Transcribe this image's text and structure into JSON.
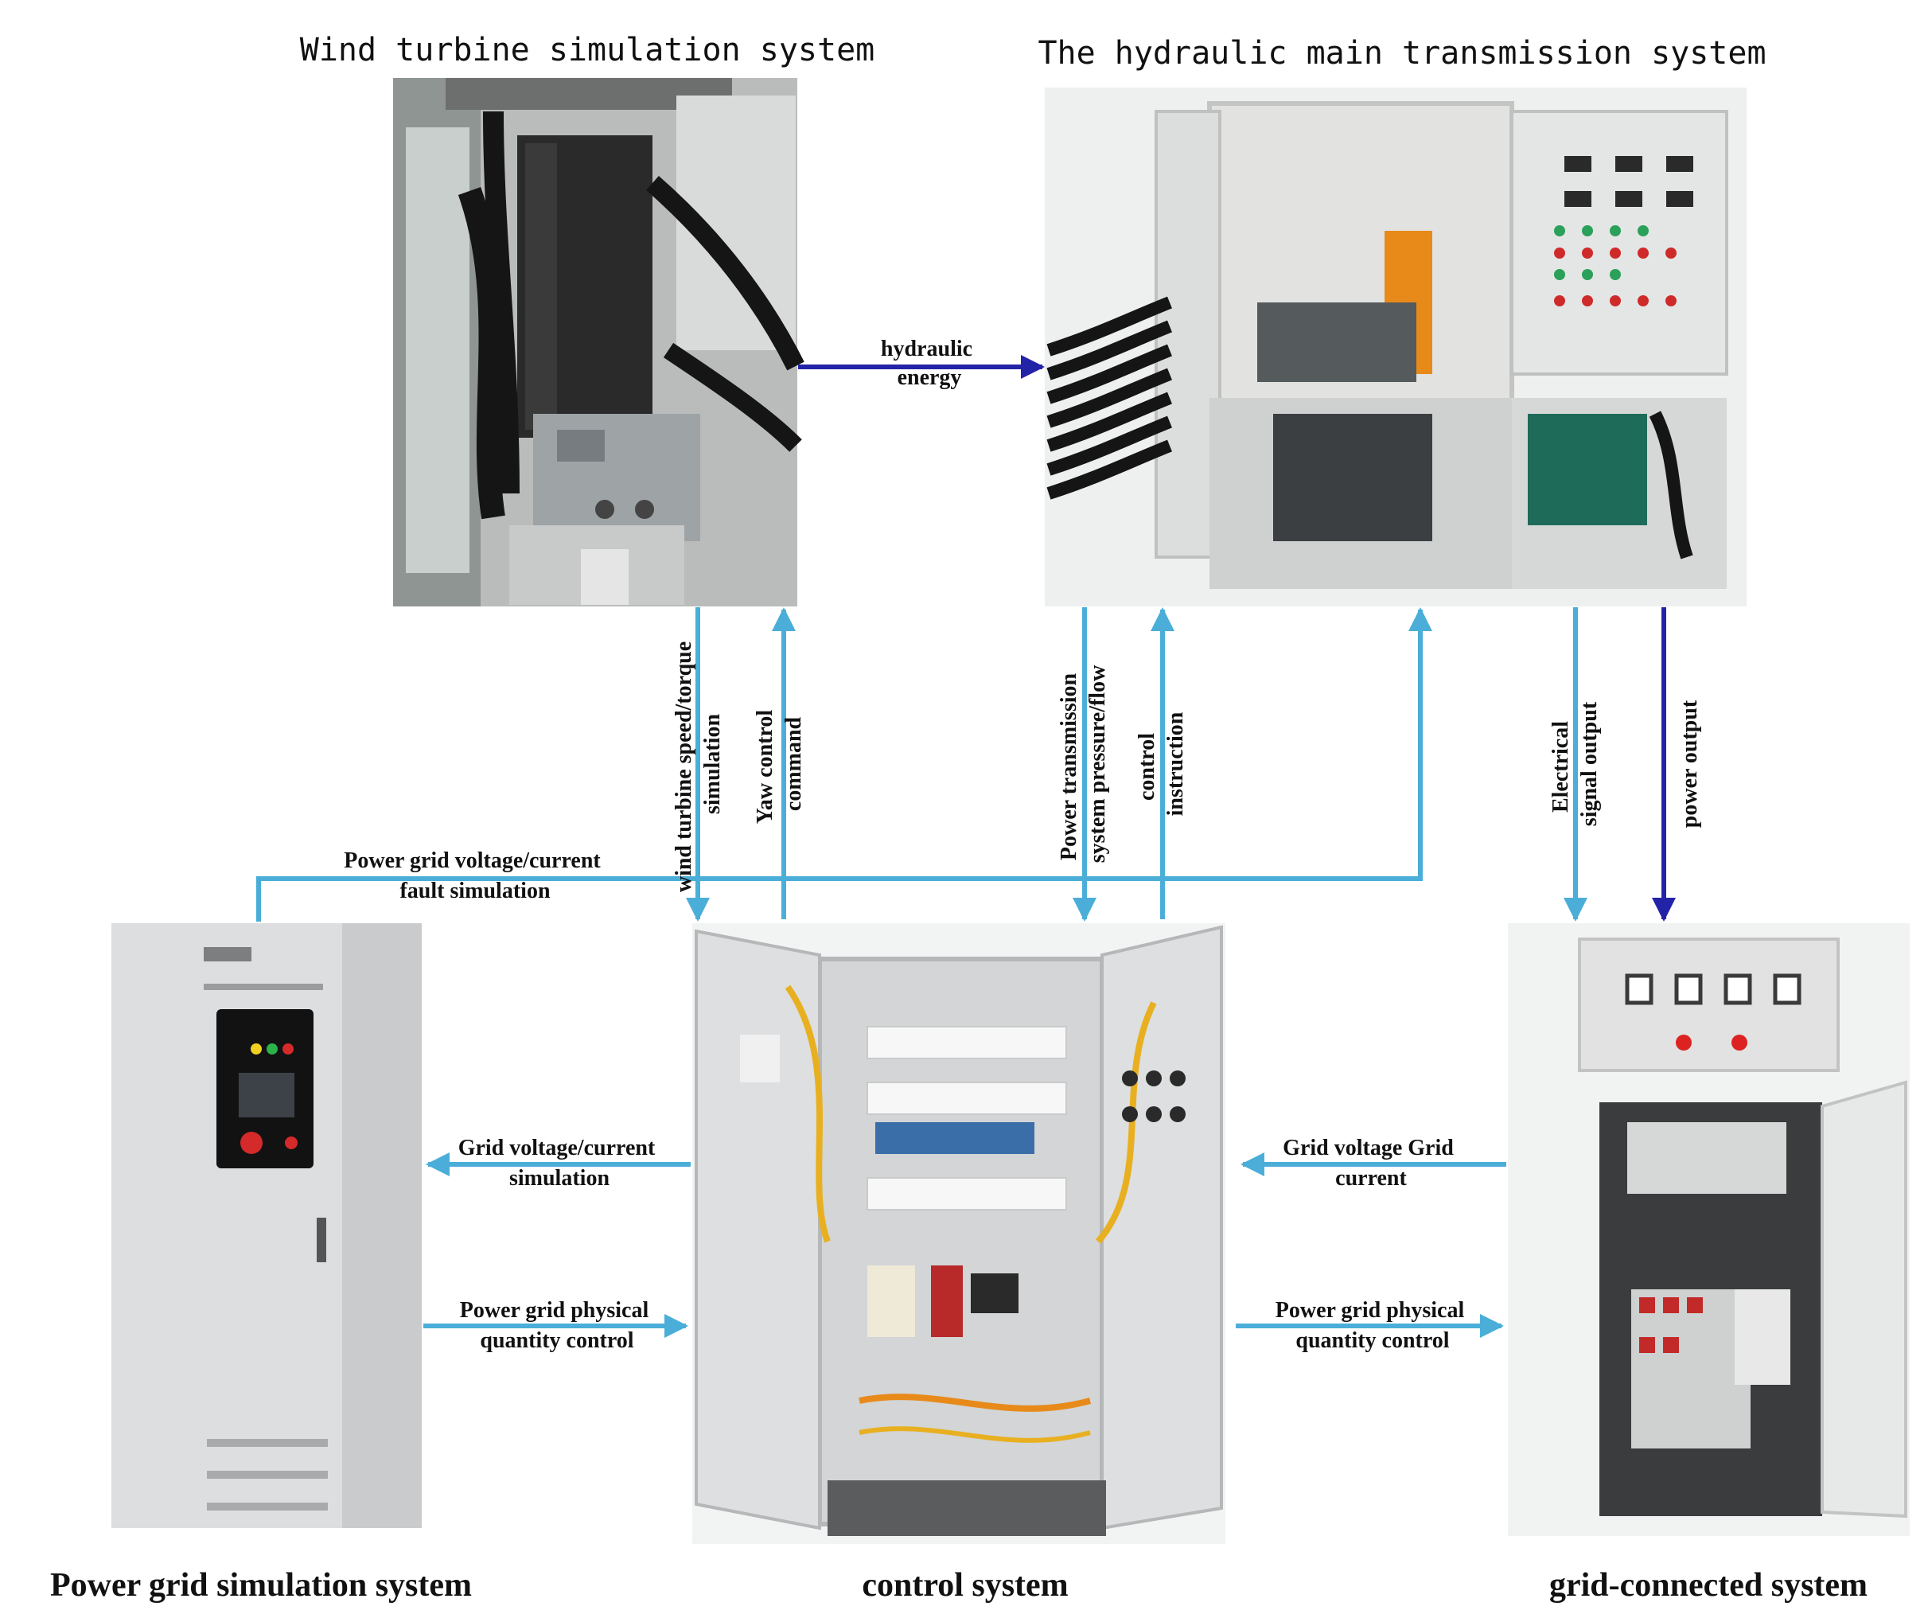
{
  "systems": {
    "wind_turbine": "Wind turbine simulation system",
    "hydraulic": "The hydraulic main transmission system",
    "power_grid": "Power grid simulation system",
    "control": "control system",
    "grid_connected": "grid-connected system"
  },
  "flows": {
    "hydraulic_energy": [
      "hydraulic",
      "energy"
    ],
    "wind_speed_torque": [
      "wind turbine speed/torque",
      "simulation"
    ],
    "yaw_control": [
      "Yaw control",
      "command"
    ],
    "power_transmission": [
      "Power transmission",
      "system pressure/flow"
    ],
    "control_instruction": [
      "control",
      "instruction"
    ],
    "electrical_signal": [
      "Electrical",
      "signal output"
    ],
    "power_output": [
      "power output"
    ],
    "grid_fault": [
      "Power grid voltage/current",
      "fault simulation"
    ],
    "grid_vc_sim": [
      "Grid voltage/current",
      "simulation"
    ],
    "pg_physical_left": [
      "Power grid physical",
      "quantity control"
    ],
    "grid_voltage_current": [
      "Grid voltage Grid",
      "current"
    ],
    "pg_physical_right": [
      "Power grid physical",
      "quantity control"
    ]
  },
  "colors": {
    "signal_arrow": "#4aaed8",
    "energy_arrow": "#2323a8",
    "panel": "#dcdcdc",
    "hose": "#1a1a1a",
    "orange_block": "#e88a1a",
    "green_motor": "#1f6b5a"
  }
}
